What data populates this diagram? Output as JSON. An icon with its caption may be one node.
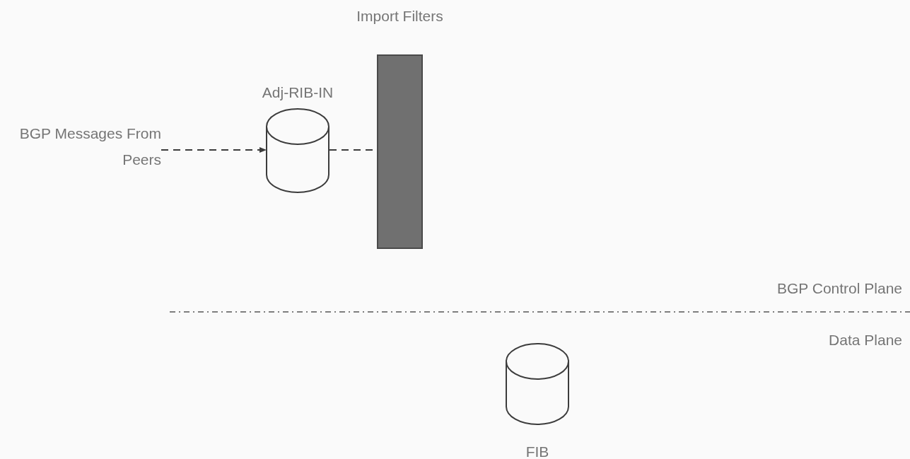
{
  "diagram": {
    "nodes": [
      {
        "text": [
          "BGP Messages From Peers"
        ]
      },
      {
        "text": [
          "Adj-RIB-IN"
        ]
      },
      {
        "text": [
          "Import Filters"
        ]
      },
      {
        "text": [
          "FIB"
        ]
      }
    ],
    "edges": [
      {
        "from": 0,
        "to": 1,
        "arrow": "to",
        "style": "dashed"
      },
      {
        "from": 1,
        "to": 2,
        "arrow": "none",
        "style": "dashed"
      }
    ],
    "labels": [
      "BGP Control Plane",
      "Data Plane"
    ]
  }
}
